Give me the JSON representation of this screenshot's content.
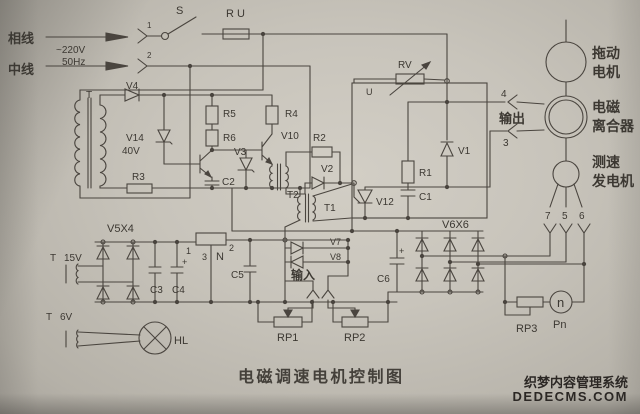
{
  "page": {
    "caption": "电磁调速电机控制图",
    "watermark_line1": "织梦内容管理系统",
    "watermark_line2": "DEDECMS.COM"
  },
  "colors": {
    "paper": "#c8c4bb",
    "ink": "#4a453f",
    "text": "#3c3832",
    "watermark": "#2b2724"
  },
  "power": {
    "phase": "相线",
    "neutral": "中线",
    "voltage": "~220V",
    "freq": "50Hz",
    "terminal_1": "1",
    "terminal_2": "2",
    "switch": "S",
    "fuse": "RU"
  },
  "components": {
    "t_main": "T",
    "v4": "V4",
    "v14": "V14",
    "w40v": "40V",
    "r3": "R3",
    "r5": "R5",
    "r6": "R6",
    "c2": "C2",
    "v3": "V3",
    "r4": "R4",
    "v10": "V10",
    "r2": "R2",
    "v2": "V2",
    "t2": "T2",
    "t1": "T1",
    "rv": "RV",
    "u": "U",
    "r1": "R1",
    "v12": "V12",
    "c1": "C1",
    "v1": "V1",
    "v7": "V7",
    "v8": "V8",
    "v5x4": "V5X4",
    "t_15": "T",
    "w15v": "15V",
    "c3": "C3",
    "c4": "C4",
    "n_reg": "N",
    "pin1": "1",
    "pin2": "2",
    "pin3": "3",
    "c5": "C5",
    "rp1": "RP1",
    "rp2": "RP2",
    "c6": "C6",
    "plus": "+",
    "v6x6": "V6X6",
    "rp3": "RP3",
    "n_meter": "n",
    "pn": "Pn",
    "t_6": "T",
    "w6v": "6V",
    "hl": "HL"
  },
  "io": {
    "output": "输出",
    "out4": "4",
    "out3": "3",
    "input": "输入",
    "t7": "7",
    "t5": "5",
    "t6": "6"
  },
  "machines": {
    "drive1": "拖动",
    "drive2": "电机",
    "clutch1": "电磁",
    "clutch2": "离合器",
    "tacho1": "测速",
    "tacho2": "发电机"
  }
}
